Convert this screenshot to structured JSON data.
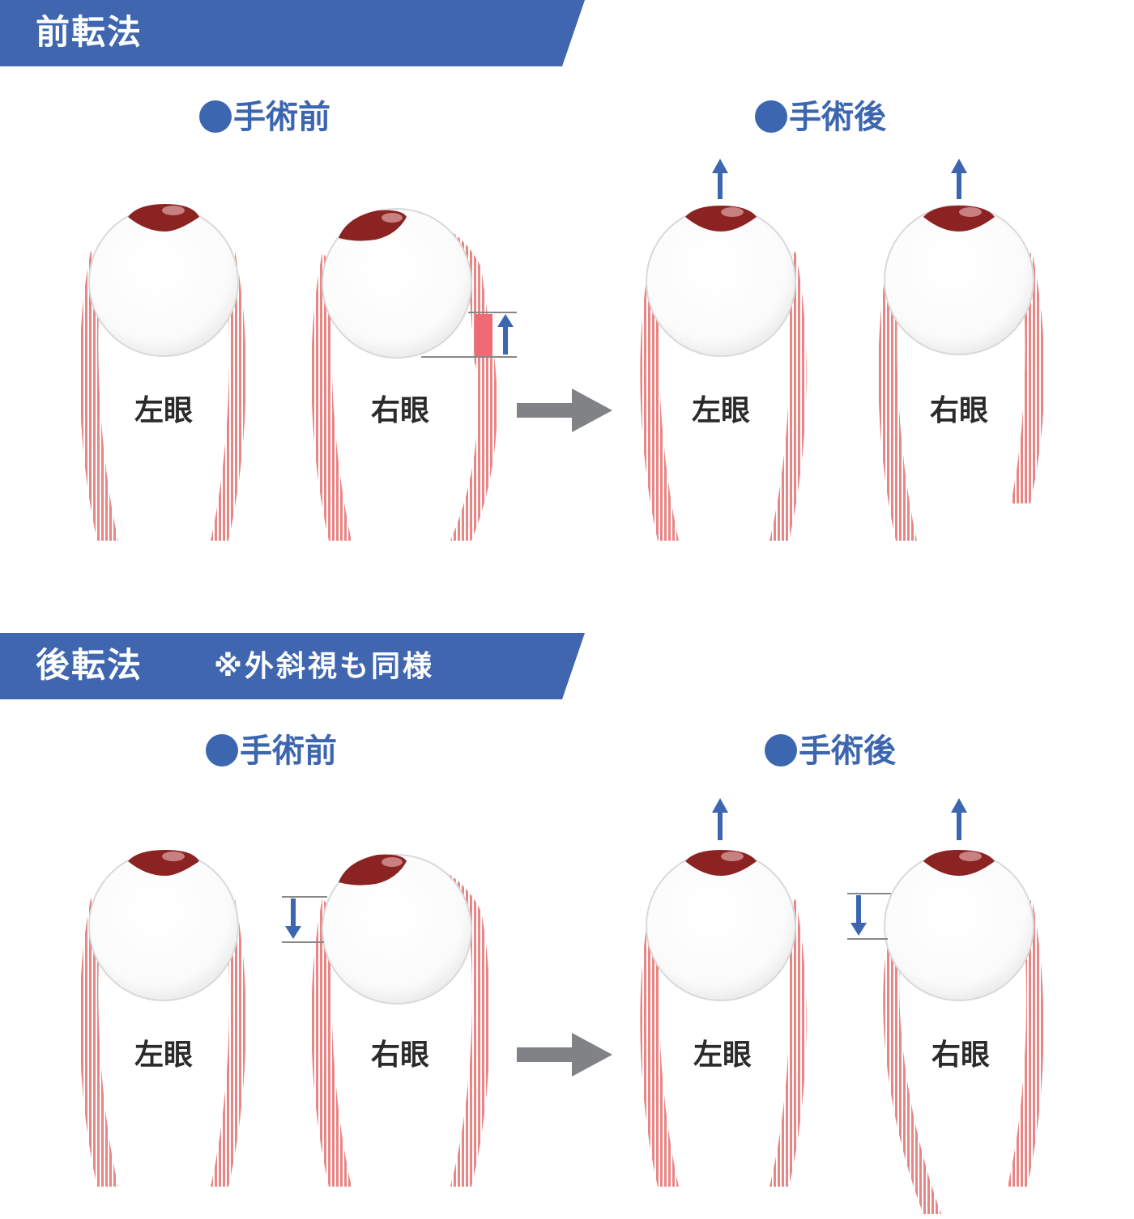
{
  "colors": {
    "banner": "#3f66ae",
    "accent_blue": "#3d66b0",
    "muscle": "#e88585",
    "muscle_highlight": "#f06a75",
    "iris": "#8b2323",
    "gray_arrow": "#808285"
  },
  "sections": [
    {
      "title": "前転法",
      "note": "",
      "before_label": "手術前",
      "after_label": "手術後",
      "eyes": [
        "左眼",
        "右眼",
        "左眼",
        "右眼"
      ]
    },
    {
      "title": "後転法",
      "note": "※外斜視も同様",
      "before_label": "手術前",
      "after_label": "手術後",
      "eyes": [
        "左眼",
        "右眼",
        "左眼",
        "右眼"
      ]
    }
  ],
  "icons": [
    "bullet-dot-icon",
    "gray-right-arrow-icon",
    "blue-up-arrow-icon",
    "blue-down-arrow-icon"
  ]
}
